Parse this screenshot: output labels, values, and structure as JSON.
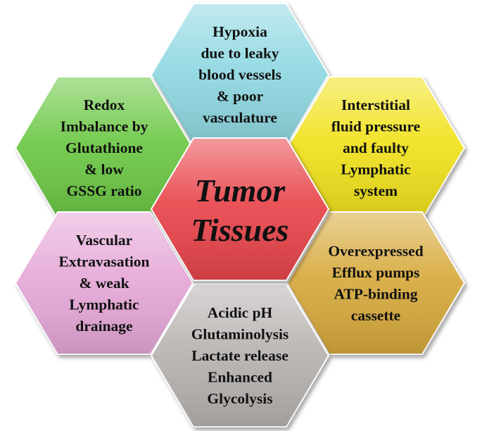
{
  "center": {
    "lines": [
      "Tumor",
      "Tissues"
    ],
    "color": "#e8454b"
  },
  "hexagons": [
    {
      "id": "hypoxia",
      "color": "#8fd8e2",
      "lines": [
        "Hypoxia",
        "due to leaky",
        "blood vessels",
        "& poor",
        "vasculature"
      ]
    },
    {
      "id": "redox",
      "color": "#6cc844",
      "lines": [
        "Redox",
        "Imbalance by",
        "Glutathione",
        "& low",
        "GSSG ratio"
      ]
    },
    {
      "id": "interstitial",
      "color": "#f1e21a",
      "lines": [
        "Interstitial",
        "fluid pressure",
        "and faulty",
        "Lymphatic",
        "system"
      ]
    },
    {
      "id": "vascular",
      "color": "#e6a8d8",
      "lines": [
        "Vascular",
        "Extravasation",
        "& weak",
        "Lymphatic",
        "drainage"
      ]
    },
    {
      "id": "efflux",
      "color": "#d7aa3e",
      "lines": [
        "Overexpressed",
        "Efflux pumps",
        "ATP-binding",
        "cassette"
      ]
    },
    {
      "id": "acidic",
      "color": "#b7b3b1",
      "lines": [
        "Acidic pH",
        "Glutaminolysis",
        "Lactate release",
        "Enhanced",
        "Glycolysis"
      ]
    }
  ]
}
